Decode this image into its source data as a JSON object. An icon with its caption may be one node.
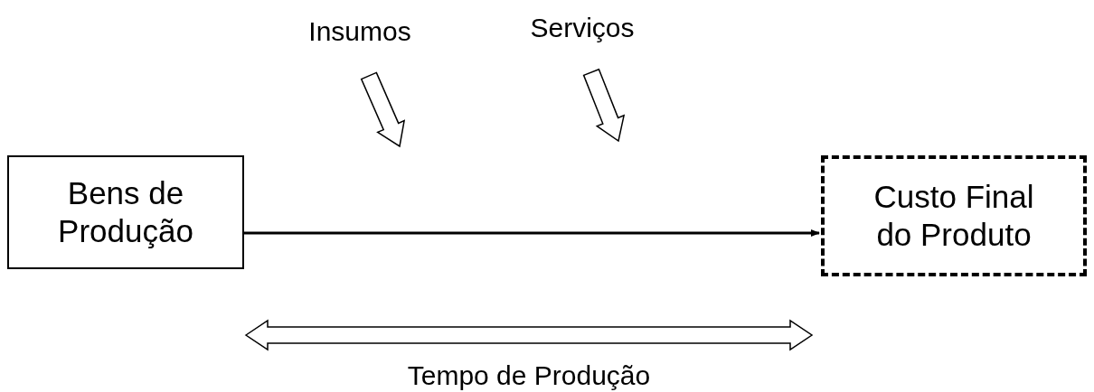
{
  "diagram": {
    "nodes": [
      {
        "text": [
          "Bens de Produção"
        ]
      },
      {
        "text": [
          "Custo Final do Produto"
        ]
      },
      {
        "text": [
          "Insumos"
        ]
      },
      {
        "text": [
          "Serviços"
        ]
      },
      {
        "text": [
          "Tempo de Produção"
        ]
      }
    ],
    "edges": [
      {
        "from": 0,
        "to": 1,
        "arrow": "to"
      },
      {
        "from": 2,
        "to": null,
        "arrow": "to"
      },
      {
        "from": 3,
        "to": null,
        "arrow": "to"
      }
    ]
  }
}
